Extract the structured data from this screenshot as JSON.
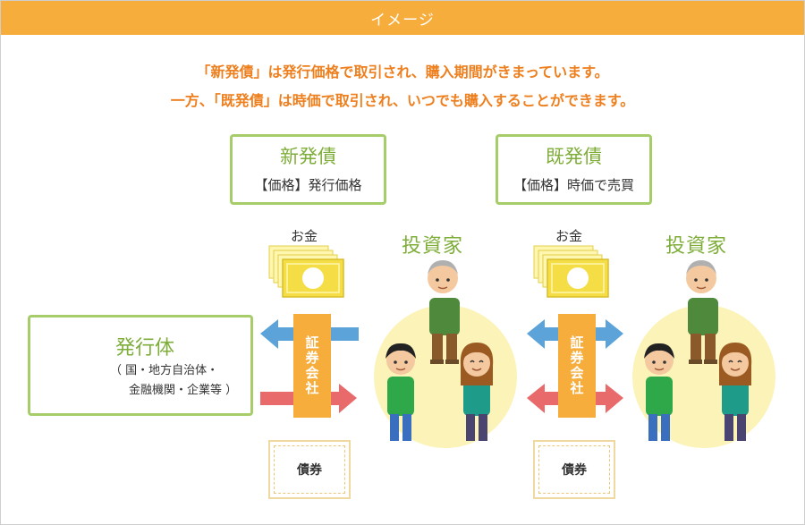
{
  "header": {
    "title": "イメージ"
  },
  "intro": {
    "line1": "「新発債」は発行価格で取引され、購入期間がきまっています。",
    "line2": "一方、「既発債」は時価で取引され、いつでも購入することができます。"
  },
  "new_bond": {
    "title": "新発債",
    "price": "【価格】発行価格"
  },
  "existing_bond": {
    "title": "既発債",
    "price": "【価格】時価で売買"
  },
  "money_label": "お金",
  "investor_label": "投資家",
  "securities_company": "証券会社",
  "bond_label": "債券",
  "issuer": {
    "title": "発行体",
    "sub1": "（ 国・地方自治体・",
    "sub2": "金融機関・企業等 ）"
  },
  "colors": {
    "header": "#f6ad3c",
    "accent_orange": "#ee7f1e",
    "green": "#a6cd6a",
    "blue_arrow": "#5ba3d9",
    "red_arrow": "#e86a6a",
    "securities": "#f6ad3c"
  }
}
